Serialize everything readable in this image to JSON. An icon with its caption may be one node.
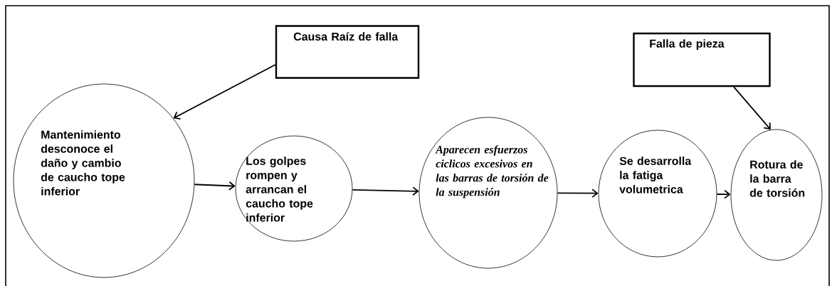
{
  "diagram": {
    "nodes": [
      {
        "text": [
          "Causa Raíz de falla"
        ]
      },
      {
        "text": [
          "Falla de pieza"
        ]
      },
      {
        "text": [
          "Mantenimiento desconoce el daño y cambio de caucho tope inferior"
        ]
      },
      {
        "text": [
          "Los golpes rompen y arrancan el caucho tope inferior"
        ]
      },
      {
        "text": [
          "Aparecen esfuerzos ciclicos excesivos en las barras de torsión de la suspensión"
        ]
      },
      {
        "text": [
          "Se desarrolla la fatiga volumetrica"
        ]
      },
      {
        "text": [
          "Rotura de la barra de torsión"
        ]
      }
    ],
    "edges": [
      {
        "from": 0,
        "to": 2,
        "arrow": "to"
      },
      {
        "from": 1,
        "to": 6,
        "arrow": "to"
      },
      {
        "from": 2,
        "to": 3,
        "arrow": "to"
      },
      {
        "from": 3,
        "to": 4,
        "arrow": "to"
      },
      {
        "from": 4,
        "to": 5,
        "arrow": "to"
      },
      {
        "from": 5,
        "to": 6,
        "arrow": "to"
      }
    ]
  }
}
